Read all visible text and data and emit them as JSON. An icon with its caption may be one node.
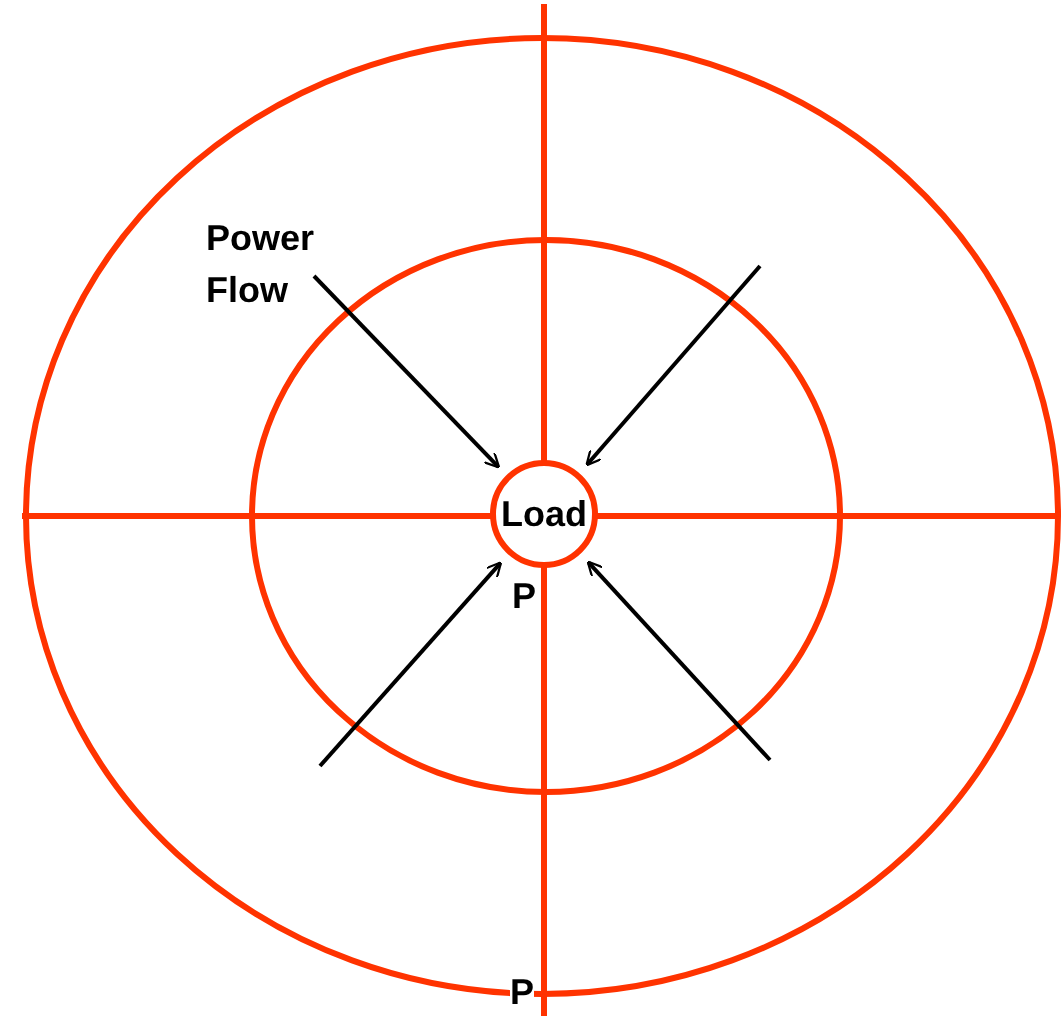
{
  "diagram": {
    "nodes": [
      {
        "text": [
          "Load"
        ]
      },
      {
        "text": [
          "Power Flow"
        ]
      }
    ],
    "edges": [
      {
        "from": 1,
        "to": 0,
        "arrow": "to"
      },
      {
        "from": null,
        "to": 0,
        "arrow": "to"
      },
      {
        "from": null,
        "to": 0,
        "arrow": "to"
      },
      {
        "from": null,
        "to": 0,
        "arrow": "to"
      }
    ],
    "labels": [
      "P",
      "P"
    ]
  }
}
